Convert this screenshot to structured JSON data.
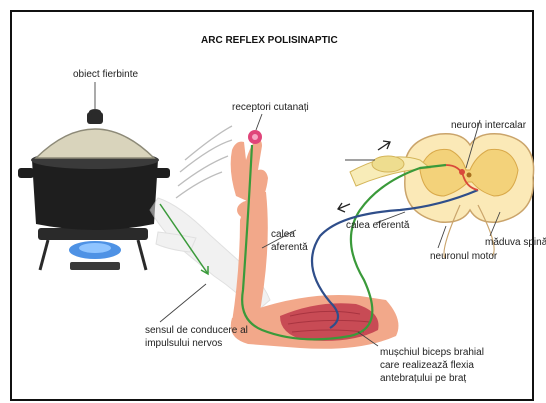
{
  "title": "ARC REFLEX POLISINAPTIC",
  "labels": {
    "hot_object": "obiect fierbinte",
    "skin_receptors": "receptori cutanați",
    "interneuron": "neuron intercalar",
    "spinal_cord": "măduva spinăr",
    "motor_neuron": "neuronul motor",
    "efferent_path": "calea eferentă",
    "afferent_path_line1": "calea",
    "afferent_path_line2": "aferentă",
    "conduction_line1": "sensul de conducere al",
    "conduction_line2": "impulsului nervos",
    "muscle_line1": "mușchiul biceps brahial",
    "muscle_line2": "care realizează flexia",
    "muscle_line3": "antebrațului pe braț"
  },
  "colors": {
    "afferent": "#3a9a3a",
    "efferent": "#2f4e8a",
    "arm": "#f2a88a",
    "muscle": "#c84b55",
    "pot": "#1e1e1e",
    "lid": "#d9d4bc",
    "flame": "#2f7fe0",
    "spinal_gray": "#f3d27a",
    "spinal_white": "#fbe9b7",
    "receptor": "#e0457a"
  }
}
